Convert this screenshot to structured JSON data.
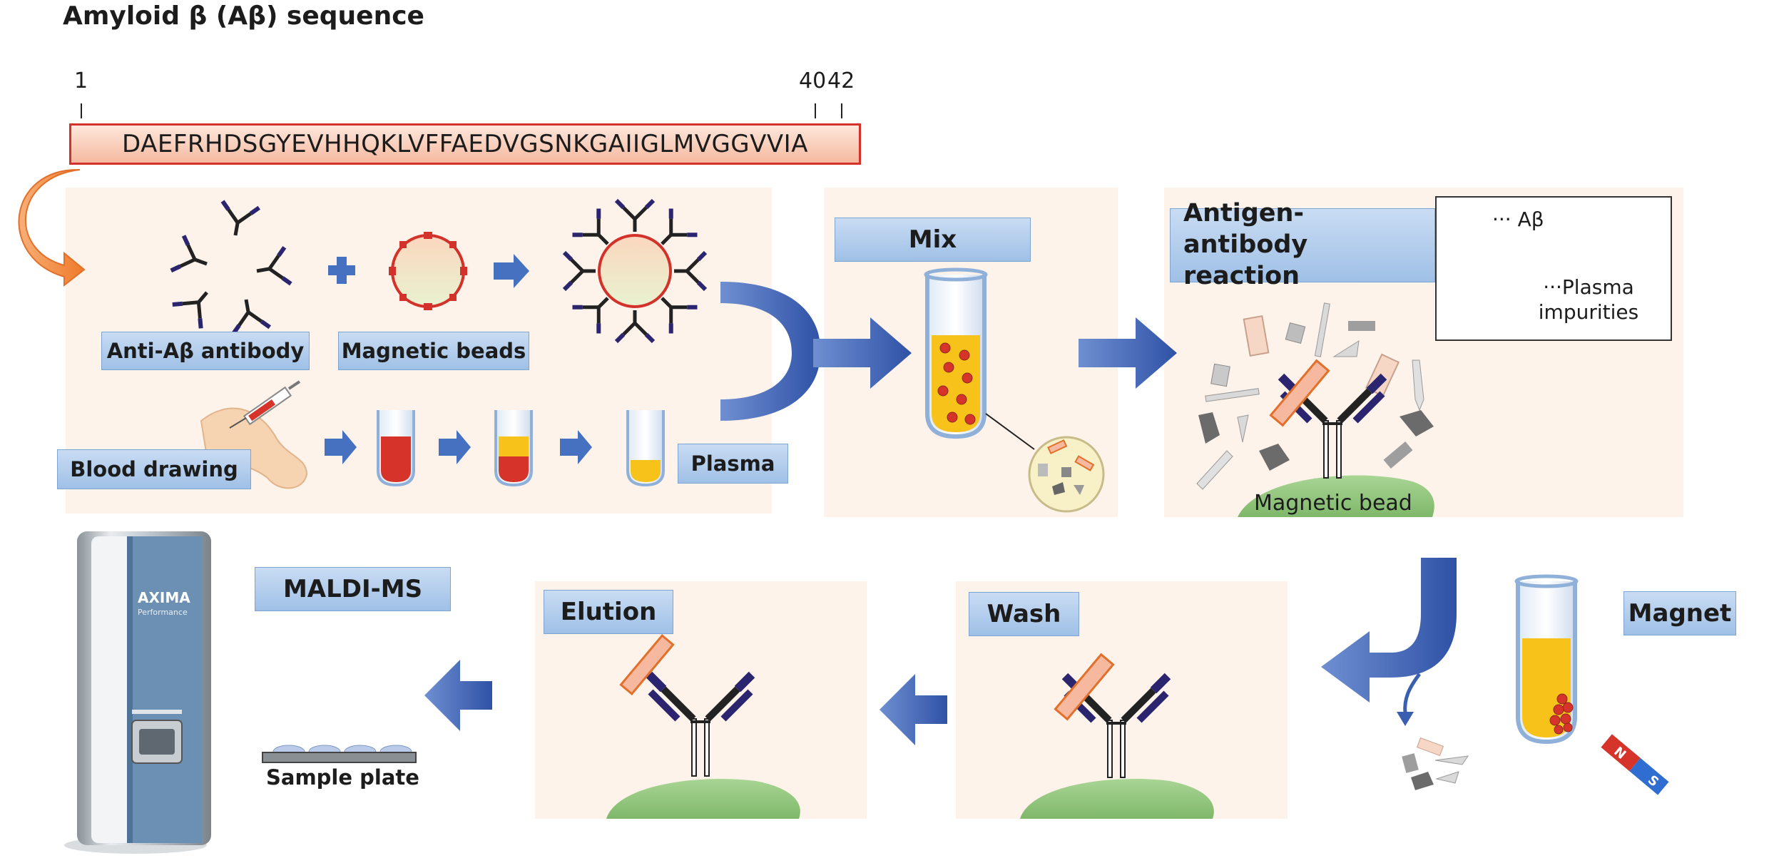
{
  "title": "Amyloid β (Aβ) sequence",
  "sequence": {
    "residues": "DAEFRHDSGYEVHHQKLVFFAEDVGSNKGAIIGLMVGGVVIA",
    "position_start": "1",
    "position_40": "40",
    "position_42": "42"
  },
  "labels": {
    "antibody": "Anti-Aβ antibody",
    "beads": "Magnetic beads",
    "blood": "Blood drawing",
    "plasma": "Plasma",
    "mix": "Mix",
    "reaction": "Antigen-antibody reaction",
    "magnetic_bead": "Magnetic bead",
    "magnet": "Magnet",
    "wash": "Wash",
    "elution": "Elution",
    "maldi": "MALDI-MS",
    "sample_plate": "Sample plate"
  },
  "legend": {
    "abeta": "··· Aβ",
    "impurities": "···Plasma impurities"
  },
  "instrument": {
    "brand": "AXIMA",
    "model": "Performance"
  },
  "colors": {
    "panel": "#fdf3ea",
    "arrow": "#3a5fb0",
    "abeta": "#f29a6a",
    "antibody": "#2b2570",
    "bead": "#8fc27a",
    "plasma": "#f7c21a",
    "blood": "#d6332a",
    "star": "#1a9ad6"
  }
}
